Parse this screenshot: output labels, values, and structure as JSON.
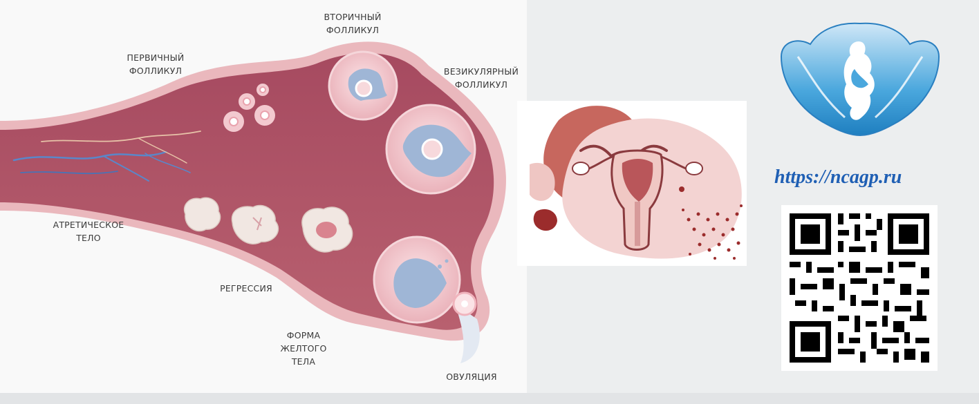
{
  "diagram": {
    "stage_labels": {
      "secondary_follicle": "ВТОРИЧНЫЙ\nФОЛЛИКУЛ",
      "primary_follicle": "ПЕРВИЧНЫЙ\nФОЛЛИКУЛ",
      "vesicular_follicle": "ВЕЗИКУЛЯРНЫЙ\nФОЛЛИКУЛ",
      "atretic_body": "АТРЕТИЧЕСКОЕ\nТЕЛО",
      "regression": "РЕГРЕССИЯ",
      "corpus_luteum_form": "ФОРМА\nЖЕЛТОГО\nТЕЛА",
      "ovulation": "ОВУЛЯЦИЯ"
    },
    "colors": {
      "ovary_body": "#b4576c",
      "ovary_rim": "#eab8bd",
      "follicle": "#f3c9cf",
      "follicle_cavity": "#9fb6d6",
      "vessel_blue": "#5a87c9",
      "corpus_body": "#f0e6df"
    }
  },
  "uterus_illustration": {
    "icon": "uterus-icon",
    "colors": {
      "blob_dark": "#c7675e",
      "blob_light": "#f3d3d2",
      "dots": "#9b2c2c"
    }
  },
  "brand": {
    "logo_icon": "mother-child-logo-icon",
    "url": "https://ncagp.ru",
    "url_color": "#1f5fb4",
    "qr_icon": "qr-code-icon"
  }
}
